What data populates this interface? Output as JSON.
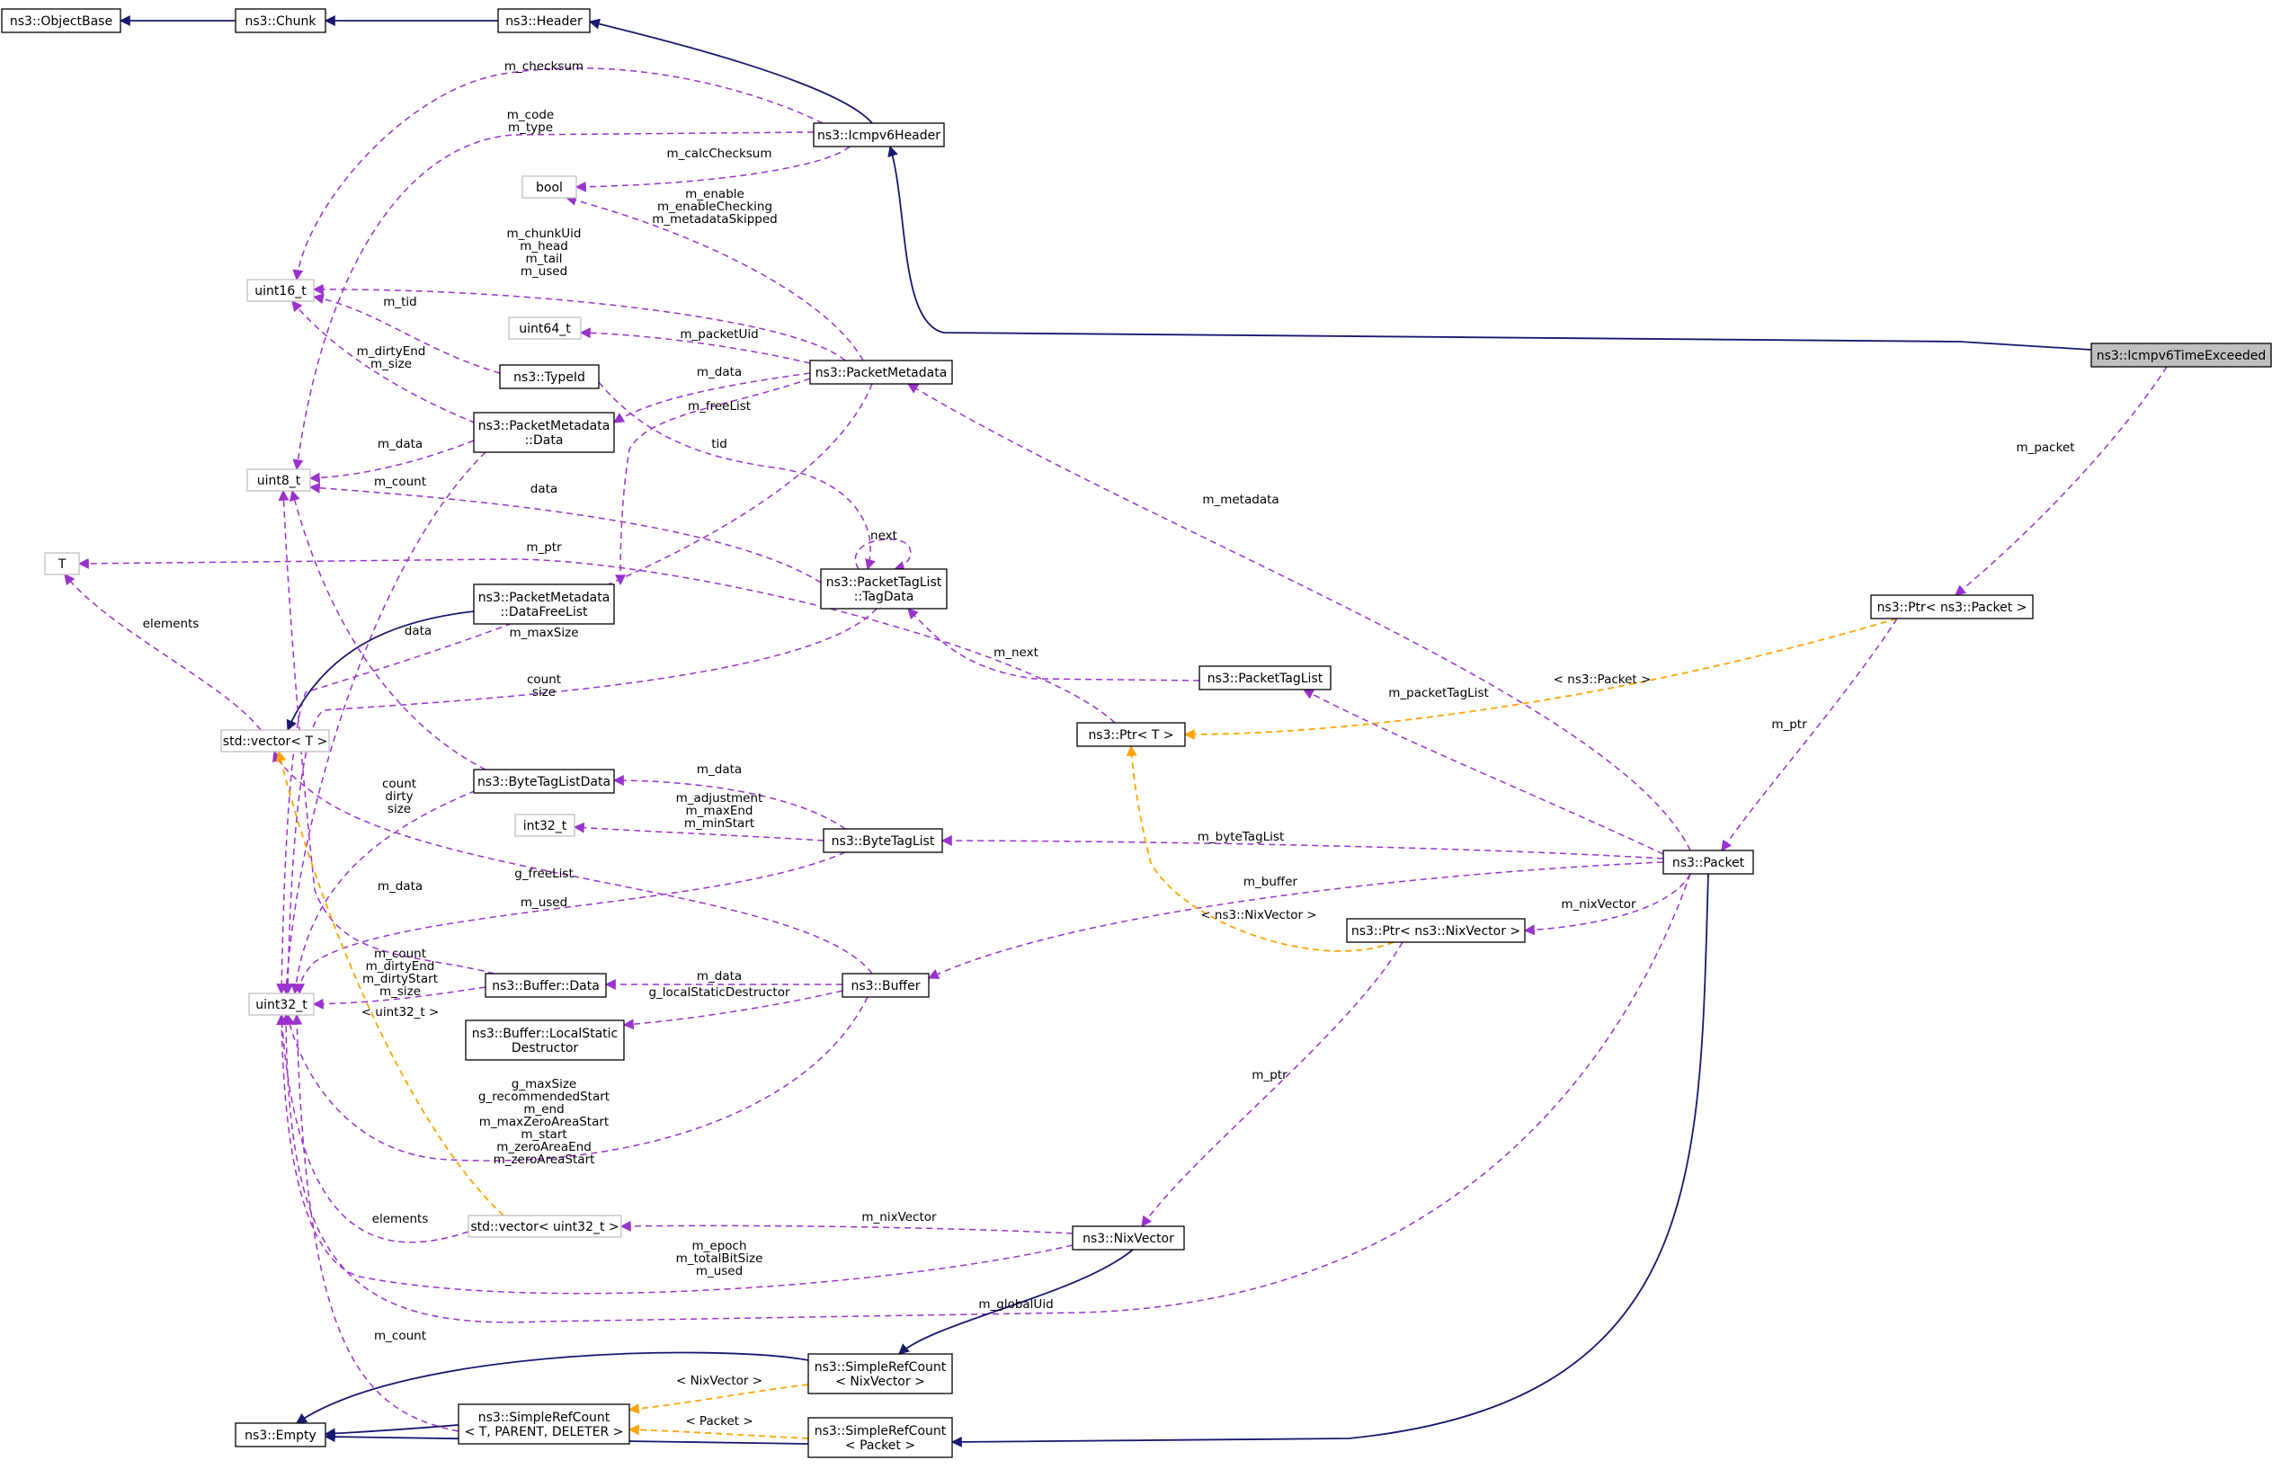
{
  "nodes": {
    "objectbase": {
      "text": [
        "ns3::ObjectBase"
      ],
      "kind": "class"
    },
    "chunk": {
      "text": [
        "ns3::Chunk"
      ],
      "kind": "class"
    },
    "header": {
      "text": [
        "ns3::Header"
      ],
      "kind": "class"
    },
    "icmpv6header": {
      "text": [
        "ns3::Icmpv6Header"
      ],
      "kind": "class"
    },
    "bool": {
      "text": [
        "bool"
      ],
      "kind": "external"
    },
    "uint16": {
      "text": [
        "uint16_t"
      ],
      "kind": "external"
    },
    "uint64": {
      "text": [
        "uint64_t"
      ],
      "kind": "external"
    },
    "typeid": {
      "text": [
        "ns3::TypeId"
      ],
      "kind": "class"
    },
    "packetmetadata": {
      "text": [
        "ns3::PacketMetadata"
      ],
      "kind": "class"
    },
    "pmdata": {
      "text": [
        "ns3::PacketMetadata",
        "::Data"
      ],
      "kind": "class"
    },
    "uint8": {
      "text": [
        "uint8_t"
      ],
      "kind": "external"
    },
    "T": {
      "text": [
        "T"
      ],
      "kind": "external"
    },
    "pmdatafreelist": {
      "text": [
        "ns3::PacketMetadata",
        "::DataFreeList"
      ],
      "kind": "class"
    },
    "tagdata": {
      "text": [
        "ns3::PacketTagList",
        "::TagData"
      ],
      "kind": "class"
    },
    "packettaglist": {
      "text": [
        "ns3::PacketTagList"
      ],
      "kind": "class"
    },
    "ptrT": {
      "text": [
        "ns3::Ptr< T >"
      ],
      "kind": "class"
    },
    "stdvectorT": {
      "text": [
        "std::vector< T >"
      ],
      "kind": "external"
    },
    "bytetaglistdata": {
      "text": [
        "ns3::ByteTagListData"
      ],
      "kind": "class"
    },
    "int32": {
      "text": [
        "int32_t"
      ],
      "kind": "external"
    },
    "bytetaglist": {
      "text": [
        "ns3::ByteTagList"
      ],
      "kind": "class"
    },
    "uint32": {
      "text": [
        "uint32_t"
      ],
      "kind": "external"
    },
    "bufferdata": {
      "text": [
        "ns3::Buffer::Data"
      ],
      "kind": "class"
    },
    "buffer": {
      "text": [
        "ns3::Buffer"
      ],
      "kind": "class"
    },
    "bufferlsd": {
      "text": [
        "ns3::Buffer::LocalStatic",
        "Destructor"
      ],
      "kind": "class"
    },
    "stdvectoruint32": {
      "text": [
        "std::vector< uint32_t >"
      ],
      "kind": "external"
    },
    "nixvector": {
      "text": [
        "ns3::NixVector"
      ],
      "kind": "class"
    },
    "ptrnix": {
      "text": [
        "ns3::Ptr< ns3::NixVector >"
      ],
      "kind": "class"
    },
    "packet": {
      "text": [
        "ns3::Packet"
      ],
      "kind": "class"
    },
    "ptrpacket": {
      "text": [
        "ns3::Ptr< ns3::Packet >"
      ],
      "kind": "class"
    },
    "icmpv6te": {
      "text": [
        "ns3::Icmpv6TimeExceeded"
      ],
      "kind": "focus"
    },
    "srcnix": {
      "text": [
        "ns3::SimpleRefCount",
        "< NixVector >"
      ],
      "kind": "class"
    },
    "srctpd": {
      "text": [
        "ns3::SimpleRefCount",
        "< T, PARENT, DELETER >"
      ],
      "kind": "class"
    },
    "srcpacket": {
      "text": [
        "ns3::SimpleRefCount",
        "< Packet >"
      ],
      "kind": "class"
    },
    "empty": {
      "text": [
        "ns3::Empty"
      ],
      "kind": "class"
    }
  },
  "edges": [
    {
      "id": "chunk-objectbase",
      "from": "chunk",
      "to": "objectbase",
      "type": "inheritance",
      "label": []
    },
    {
      "id": "header-chunk",
      "from": "header",
      "to": "chunk",
      "type": "inheritance",
      "label": []
    },
    {
      "id": "icmpv6header-header",
      "from": "icmpv6header",
      "to": "header",
      "type": "inheritance",
      "label": []
    },
    {
      "id": "icmpv6te-icmpv6header",
      "from": "icmpv6te",
      "to": "icmpv6header",
      "type": "inheritance",
      "label": []
    },
    {
      "id": "icmpv6header-uint16",
      "from": "icmpv6header",
      "to": "uint16",
      "type": "member",
      "label": [
        "m_checksum"
      ]
    },
    {
      "id": "icmpv6header-uint8",
      "from": "icmpv6header",
      "to": "uint8",
      "type": "member",
      "label": [
        "m_code",
        "m_type"
      ]
    },
    {
      "id": "icmpv6header-bool",
      "from": "icmpv6header",
      "to": "bool",
      "type": "member",
      "label": [
        "m_calcChecksum"
      ]
    },
    {
      "id": "packetmetadata-bool",
      "from": "packetmetadata",
      "to": "bool",
      "type": "member",
      "label": [
        "m_enable",
        "m_enableChecking",
        "m_metadataSkipped"
      ]
    },
    {
      "id": "packetmetadata-uint16",
      "from": "packetmetadata",
      "to": "uint16",
      "type": "member",
      "label": [
        "m_chunkUid",
        "m_head",
        "m_tail",
        "m_used"
      ]
    },
    {
      "id": "typeid-uint16",
      "from": "typeid",
      "to": "uint16",
      "type": "member",
      "label": [
        "m_tid"
      ]
    },
    {
      "id": "pmdata-uint16",
      "from": "pmdata",
      "to": "uint16",
      "type": "member",
      "label": [
        "m_dirtyEnd",
        "m_size"
      ]
    },
    {
      "id": "packetmetadata-uint64",
      "from": "packetmetadata",
      "to": "uint64",
      "type": "member",
      "label": [
        "m_packetUid"
      ]
    },
    {
      "id": "packetmetadata-pmdata",
      "from": "packetmetadata",
      "to": "pmdata",
      "type": "member",
      "label": [
        "m_data"
      ]
    },
    {
      "id": "packetmetadata-pmdatafreelist",
      "from": "packetmetadata",
      "to": "pmdatafreelist",
      "type": "member",
      "label": [
        "m_freeList"
      ]
    },
    {
      "id": "pmdata-uint8",
      "from": "pmdata",
      "to": "uint8",
      "type": "member",
      "label": [
        "m_data"
      ]
    },
    {
      "id": "pmdata-uint32",
      "from": "pmdata",
      "to": "uint32",
      "type": "member",
      "label": [
        "m_count"
      ]
    },
    {
      "id": "typeid-tagdata",
      "from": "tagdata",
      "to": "typeid",
      "type": "member",
      "label": [
        "tid"
      ]
    },
    {
      "id": "tagdata-uint8",
      "from": "tagdata",
      "to": "uint8",
      "type": "member",
      "label": [
        "data"
      ]
    },
    {
      "id": "tagdata-self",
      "from": "tagdata",
      "to": "tagdata",
      "type": "member",
      "label": [
        "next"
      ]
    },
    {
      "id": "packetmetadata-uint32",
      "from": "packetmetadata",
      "to": "uint32",
      "type": "member",
      "label": [
        "m_maxSize"
      ]
    },
    {
      "id": "tagdata-uint32",
      "from": "tagdata",
      "to": "uint32",
      "type": "member",
      "label": [
        "count",
        "size"
      ]
    },
    {
      "id": "packettaglist-tagdata",
      "from": "packettaglist",
      "to": "tagdata",
      "type": "member",
      "label": [
        "m_next"
      ]
    },
    {
      "id": "ptrT-T",
      "from": "ptrT",
      "to": "T",
      "type": "member",
      "label": [
        "m_ptr"
      ]
    },
    {
      "id": "stdvectorT-T",
      "from": "stdvectorT",
      "to": "T",
      "type": "member",
      "label": [
        "elements"
      ]
    },
    {
      "id": "pmdatafreelist-stdvectorT",
      "from": "pmdatafreelist",
      "to": "stdvectorT",
      "type": "inheritance",
      "label": []
    },
    {
      "id": "bytetaglistdata-uint8",
      "from": "bytetaglistdata",
      "to": "uint8",
      "type": "member",
      "label": [
        "data"
      ]
    },
    {
      "id": "bytetaglistdata-uint32",
      "from": "bytetaglistdata",
      "to": "uint32",
      "type": "member",
      "label": [
        "count",
        "dirty",
        "size"
      ]
    },
    {
      "id": "bytetaglist-bytetaglistdata",
      "from": "bytetaglist",
      "to": "bytetaglistdata",
      "type": "member",
      "label": [
        "m_data"
      ]
    },
    {
      "id": "bytetaglist-int32",
      "from": "bytetaglist",
      "to": "int32",
      "type": "member",
      "label": [
        "m_adjustment",
        "m_maxEnd",
        "m_minStart"
      ]
    },
    {
      "id": "bytetaglist-uint32",
      "from": "bytetaglist",
      "to": "uint32",
      "type": "member",
      "label": [
        "m_used"
      ]
    },
    {
      "id": "buffer-stdvectorT",
      "from": "buffer",
      "to": "stdvectorT",
      "type": "member",
      "label": [
        "g_freeList"
      ]
    },
    {
      "id": "bufferdata-uint8",
      "from": "bufferdata",
      "to": "uint8",
      "type": "member",
      "label": [
        "m_data"
      ]
    },
    {
      "id": "bufferdata-uint32",
      "from": "bufferdata",
      "to": "uint32",
      "type": "member",
      "label": [
        "m_count",
        "m_dirtyEnd",
        "m_dirtyStart",
        "m_size"
      ]
    },
    {
      "id": "buffer-bufferdata",
      "from": "buffer",
      "to": "bufferdata",
      "type": "member",
      "label": [
        "m_data"
      ]
    },
    {
      "id": "buffer-bufferlsd",
      "from": "buffer",
      "to": "bufferlsd",
      "type": "member",
      "label": [
        "g_localStaticDestructor"
      ]
    },
    {
      "id": "buffer-uint32",
      "from": "buffer",
      "to": "uint32",
      "type": "member",
      "label": [
        "g_maxSize",
        "g_recommendedStart",
        "m_end",
        "m_maxZeroAreaStart",
        "m_start",
        "m_zeroAreaEnd",
        "m_zeroAreaStart"
      ]
    },
    {
      "id": "stdvectoruint32-stdvectorT",
      "from": "stdvectoruint32",
      "to": "stdvectorT",
      "type": "template",
      "label": [
        "< uint32_t >"
      ]
    },
    {
      "id": "stdvectoruint32-uint32",
      "from": "stdvectoruint32",
      "to": "uint32",
      "type": "member",
      "label": [
        "elements"
      ]
    },
    {
      "id": "nixvector-stdvectoruint32",
      "from": "nixvector",
      "to": "stdvectoruint32",
      "type": "member",
      "label": [
        "m_nixVector"
      ]
    },
    {
      "id": "nixvector-uint32",
      "from": "nixvector",
      "to": "uint32",
      "type": "member",
      "label": [
        "m_epoch",
        "m_totalBitSize",
        "m_used"
      ]
    },
    {
      "id": "packet-uint32",
      "from": "packet",
      "to": "uint32",
      "type": "member",
      "label": [
        "m_globalUid"
      ]
    },
    {
      "id": "srctpd-uint32",
      "from": "srctpd",
      "to": "uint32",
      "type": "member",
      "label": [
        "m_count"
      ]
    },
    {
      "id": "srcnix-empty",
      "from": "srcnix",
      "to": "empty",
      "type": "inheritance",
      "label": []
    },
    {
      "id": "srctpd-empty",
      "from": "srctpd",
      "to": "empty",
      "type": "inheritance",
      "label": []
    },
    {
      "id": "srcpacket-empty",
      "from": "srcpacket",
      "to": "empty",
      "type": "inheritance",
      "label": []
    },
    {
      "id": "srcnix-srctpd",
      "from": "srcnix",
      "to": "srctpd",
      "type": "template",
      "label": [
        "< NixVector >"
      ]
    },
    {
      "id": "srcpacket-srctpd",
      "from": "srcpacket",
      "to": "srctpd",
      "type": "template",
      "label": [
        "< Packet >"
      ]
    },
    {
      "id": "nixvector-srcnix",
      "from": "nixvector",
      "to": "srcnix",
      "type": "inheritance",
      "label": []
    },
    {
      "id": "packet-srcpacket",
      "from": "packet",
      "to": "srcpacket",
      "type": "inheritance",
      "label": []
    },
    {
      "id": "packet-packetmetadata",
      "from": "packet",
      "to": "packetmetadata",
      "type": "member",
      "label": [
        "m_metadata"
      ]
    },
    {
      "id": "packet-packettaglist",
      "from": "packet",
      "to": "packettaglist",
      "type": "member",
      "label": [
        "m_packetTagList"
      ]
    },
    {
      "id": "packet-bytetaglist",
      "from": "packet",
      "to": "bytetaglist",
      "type": "member",
      "label": [
        "m_byteTagList"
      ]
    },
    {
      "id": "packet-buffer",
      "from": "packet",
      "to": "buffer",
      "type": "member",
      "label": [
        "m_buffer"
      ]
    },
    {
      "id": "packet-ptrnix",
      "from": "packet",
      "to": "ptrnix",
      "type": "member",
      "label": [
        "m_nixVector"
      ]
    },
    {
      "id": "ptrnix-ptrT",
      "from": "ptrnix",
      "to": "ptrT",
      "type": "template",
      "label": [
        "< ns3::NixVector >"
      ]
    },
    {
      "id": "ptrnix-nixvector",
      "from": "ptrnix",
      "to": "nixvector",
      "type": "member",
      "label": [
        "m_ptr"
      ]
    },
    {
      "id": "ptrpacket-ptrT",
      "from": "ptrpacket",
      "to": "ptrT",
      "type": "template",
      "label": [
        "< ns3::Packet >"
      ]
    },
    {
      "id": "ptrpacket-packet",
      "from": "ptrpacket",
      "to": "packet",
      "type": "member",
      "label": [
        "m_ptr"
      ]
    },
    {
      "id": "icmpv6te-ptrpacket",
      "from": "icmpv6te",
      "to": "ptrpacket",
      "type": "member",
      "label": [
        "m_packet"
      ]
    }
  ],
  "colors": {
    "inheritance": "#191970",
    "member": "#9a32cd",
    "template": "#ffa500",
    "class_border": "#000000",
    "external_border": "#bfbfbf",
    "focus_fill": "#bfbfbf"
  }
}
